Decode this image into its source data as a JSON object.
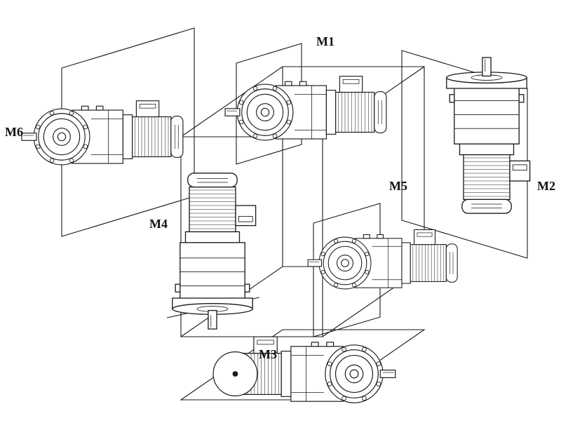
{
  "figure": {
    "background_color": "#ffffff",
    "line_color": "#1a1a1a",
    "positions": [
      {
        "id": "m1",
        "label": "M1",
        "placement": "top"
      },
      {
        "id": "m2",
        "label": "M2",
        "placement": "right"
      },
      {
        "id": "m3",
        "label": "M3",
        "placement": "bottom"
      },
      {
        "id": "m4",
        "label": "M4",
        "placement": "front-left"
      },
      {
        "id": "m5",
        "label": "M5",
        "placement": "front-right"
      },
      {
        "id": "m6",
        "label": "M6",
        "placement": "left"
      }
    ]
  }
}
